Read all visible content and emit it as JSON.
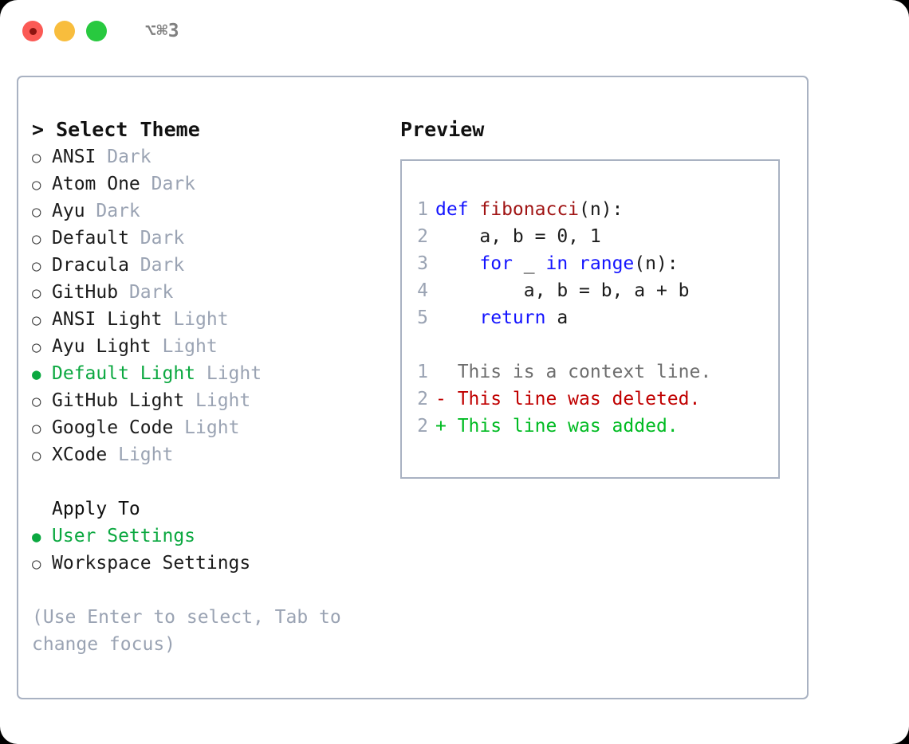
{
  "titlebar": {
    "shortcut": "⌥⌘3",
    "buttons": [
      {
        "name": "close",
        "color": "#fb5a55"
      },
      {
        "name": "minimize",
        "color": "#f8bd3d"
      },
      {
        "name": "zoom",
        "color": "#28c93f"
      }
    ]
  },
  "colors": {
    "selected_green": "#0ba840",
    "muted": "#9aa3b3",
    "border": "#a9b2c2",
    "keyword_blue": "#1414ff",
    "function_red": "#a01414",
    "diff_delete": "#c00000",
    "diff_add": "#00bb22"
  },
  "theme_panel": {
    "title": "Select Theme",
    "title_prefix": ">",
    "marker_unselected": "○",
    "marker_selected": "●",
    "items": [
      {
        "label": "ANSI",
        "suffix": "Dark",
        "selected": false
      },
      {
        "label": "Atom One",
        "suffix": "Dark",
        "selected": false
      },
      {
        "label": "Ayu",
        "suffix": "Dark",
        "selected": false
      },
      {
        "label": "Default",
        "suffix": "Dark",
        "selected": false
      },
      {
        "label": "Dracula",
        "suffix": "Dark",
        "selected": false
      },
      {
        "label": "GitHub",
        "suffix": "Dark",
        "selected": false
      },
      {
        "label": "ANSI Light",
        "suffix": "Light",
        "selected": false
      },
      {
        "label": "Ayu Light",
        "suffix": "Light",
        "selected": false
      },
      {
        "label": "Default Light",
        "suffix": "Light",
        "selected": true
      },
      {
        "label": "GitHub Light",
        "suffix": "Light",
        "selected": false
      },
      {
        "label": "Google Code",
        "suffix": "Light",
        "selected": false
      },
      {
        "label": "XCode",
        "suffix": "Light",
        "selected": false
      }
    ]
  },
  "apply_to": {
    "title": "Apply To",
    "items": [
      {
        "label": "User Settings",
        "selected": true
      },
      {
        "label": "Workspace Settings",
        "selected": false
      }
    ]
  },
  "hint": "(Use Enter to select, Tab to change focus)",
  "preview": {
    "title": "Preview",
    "code_lines": [
      {
        "num": "1",
        "tokens": [
          {
            "text": "def ",
            "type": "kw"
          },
          {
            "text": "fibonacci",
            "type": "fn"
          },
          {
            "text": "(n):",
            "type": "plain"
          }
        ]
      },
      {
        "num": "2",
        "tokens": [
          {
            "text": "    a, b = 0, 1",
            "type": "plain"
          }
        ]
      },
      {
        "num": "3",
        "tokens": [
          {
            "text": "    ",
            "type": "plain"
          },
          {
            "text": "for",
            "type": "kw"
          },
          {
            "text": " _ ",
            "type": "plain"
          },
          {
            "text": "in range",
            "type": "kw"
          },
          {
            "text": "(n):",
            "type": "plain"
          }
        ]
      },
      {
        "num": "4",
        "tokens": [
          {
            "text": "        a, b = b, a + b",
            "type": "plain"
          }
        ]
      },
      {
        "num": "5",
        "tokens": [
          {
            "text": "    ",
            "type": "plain"
          },
          {
            "text": "return",
            "type": "kw"
          },
          {
            "text": " a",
            "type": "plain"
          }
        ]
      }
    ],
    "diff_lines": [
      {
        "num": "1",
        "text": "  This is a context line.",
        "type": "ctx"
      },
      {
        "num": "2",
        "text": "- This line was deleted.",
        "type": "del"
      },
      {
        "num": "2",
        "text": "+ This line was added.",
        "type": "add"
      }
    ]
  }
}
